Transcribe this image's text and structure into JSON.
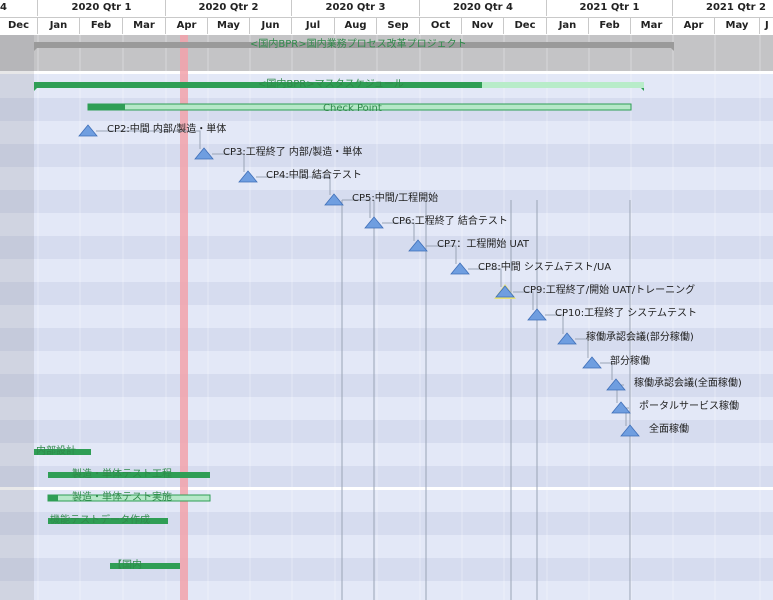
{
  "timescale": {
    "quarters": [
      "4",
      "2020 Qtr 1",
      "2020 Qtr 2",
      "2020 Qtr 3",
      "2020 Qtr 4",
      "2021 Qtr 1",
      "2021 Qtr 2"
    ],
    "months": [
      "Dec",
      "Jan",
      "Feb",
      "Mar",
      "Apr",
      "May",
      "Jun",
      "Jul",
      "Aug",
      "Sep",
      "Oct",
      "Nov",
      "Dec",
      "Jan",
      "Feb",
      "Mar",
      "Apr",
      "May",
      "J"
    ]
  },
  "summary_bars": {
    "project": "<国内BPR>国内業務プロセス改革プロジェクト",
    "master": "<国内BPR>マスタスケジュール",
    "checkpoint": "Check Point"
  },
  "milestones": [
    {
      "label": "CP2:中間 内部/製造・単体"
    },
    {
      "label": "CP3:工程終了 内部/製造・単体"
    },
    {
      "label": "CP4:中間 結合テスト"
    },
    {
      "label": "CP5:中間/工程開始"
    },
    {
      "label": "CP6:工程終了 結合テスト"
    },
    {
      "label": "CP7：工程開始 UAT"
    },
    {
      "label": "CP8:中間 システムテスト/UA"
    },
    {
      "label": "CP9:工程終了/開始 UAT/トレーニング"
    },
    {
      "label": "CP10:工程終了 システムテスト"
    },
    {
      "label": "稼働承認会議(部分稼働)"
    },
    {
      "label": "部分稼働"
    },
    {
      "label": "稼働承認会議(全面稼働)"
    },
    {
      "label": "ポータルサービス稼働"
    },
    {
      "label": "全面稼働"
    }
  ],
  "task_bars": [
    {
      "label": "内部設計"
    },
    {
      "label": "製造・単体テスト工程"
    },
    {
      "label": "製造・単体テスト実施"
    },
    {
      "label": "機能テストデータ作成"
    },
    {
      "label": "【国内"
    }
  ],
  "colors": {
    "background": "#e3e8f7",
    "band_alt": "#d6dcef",
    "header": "#ffffff",
    "today_line": "#f2a2aa",
    "summary_gray": "#9a9a9a",
    "summary_green": "#2f9e55",
    "light_green": "#b6e8c8",
    "milestone_blue": "#6f9ee0",
    "highlight_yellow": "#e8e27a"
  }
}
